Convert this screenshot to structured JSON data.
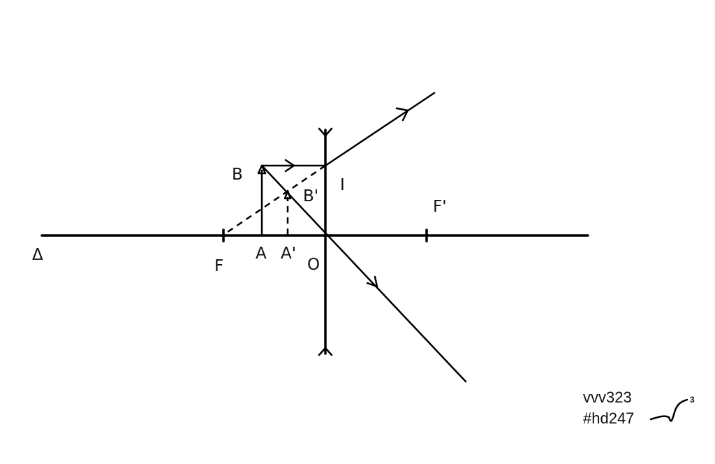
{
  "labels": {
    "axis": "Δ",
    "F": "F",
    "F_prime": "F'",
    "A": "A",
    "A_prime": "A'",
    "B": "B",
    "B_prime": "B'",
    "O": "O",
    "I": "I"
  },
  "signature": {
    "line1": "vvv323",
    "line2": "#hd247"
  },
  "lens": {
    "type": "diverging"
  }
}
